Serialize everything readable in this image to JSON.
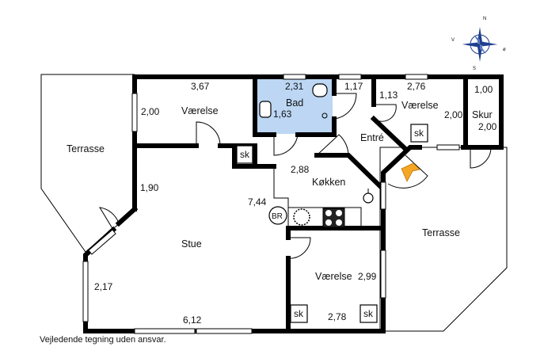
{
  "compass": {
    "n": "N",
    "s": "S",
    "v": "V",
    "o": "ø"
  },
  "rooms": {
    "terrasse_left": "Terrasse",
    "terrasse_right": "Terrasse",
    "vaerelse_1": "Værelse",
    "bad": "Bad",
    "vaerelse_2": "Værelse",
    "skur": "Skur",
    "entre": "Entré",
    "kokken": "Køkken",
    "stue": "Stue",
    "vaerelse_3": "Værelse"
  },
  "dimensions": {
    "d_3_67": "3,67",
    "d_2_00_a": "2,00",
    "d_2_31": "2,31",
    "d_1_63": "1,63",
    "d_1_17": "1,17",
    "d_1_13": "1,13",
    "d_2_76": "2,76",
    "d_2_00_b": "2,00",
    "d_1_00": "1,00",
    "d_2_00_c": "2,00",
    "d_2_88": "2,88",
    "d_1_90": "1,90",
    "d_7_44": "7,44",
    "d_2_17": "2,17",
    "d_6_12": "6,12",
    "d_2_99": "2,99",
    "d_2_78": "2,78"
  },
  "fixtures": {
    "sk_1": "sk",
    "sk_2": "sk",
    "sk_3": "sk",
    "sk_4": "sk",
    "br": "BR"
  },
  "colors": {
    "bathroom_fill": "#bcd6f4",
    "entrance_arrow": "#f5a623",
    "compass_blue": "#1f3f8f"
  },
  "disclaimer": "Vejledende tegning uden ansvar."
}
